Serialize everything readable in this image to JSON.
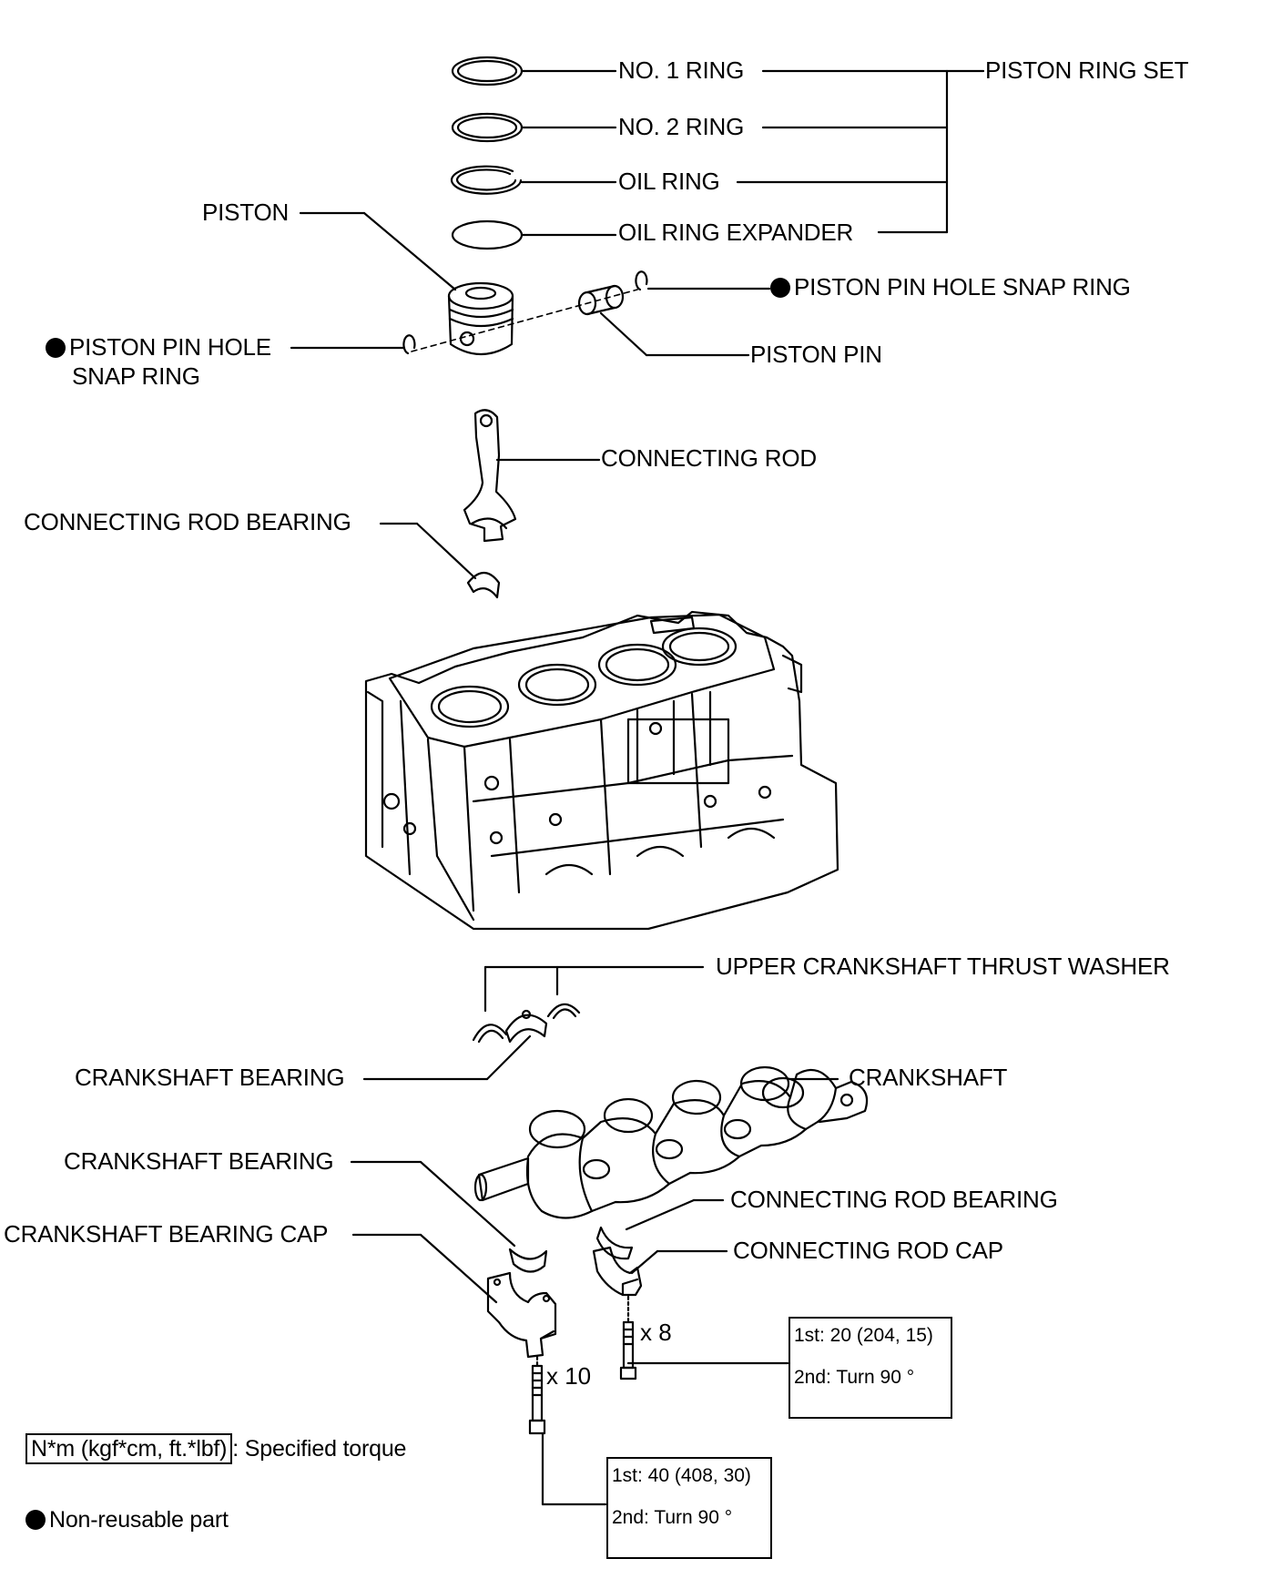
{
  "labels": {
    "no1_ring": "NO. 1 RING",
    "no2_ring": "NO. 2 RING",
    "oil_ring": "OIL RING",
    "oil_ring_expander": "OIL RING EXPANDER",
    "piston_ring_set": "PISTON RING SET",
    "piston": "PISTON",
    "snap_ring_right": "PISTON PIN HOLE SNAP RING",
    "snap_ring_left_1": "PISTON PIN HOLE",
    "snap_ring_left_2": "SNAP RING",
    "piston_pin": "PISTON PIN",
    "connecting_rod": "CONNECTING ROD",
    "connecting_rod_bearing_upper": "CONNECTING ROD BEARING",
    "upper_thrust_washer": "UPPER CRANKSHAFT THRUST WASHER",
    "crankshaft_bearing_upper": "CRANKSHAFT BEARING",
    "crankshaft": "CRANKSHAFT",
    "crankshaft_bearing_lower": "CRANKSHAFT BEARING",
    "connecting_rod_bearing_lower": "CONNECTING ROD BEARING",
    "crankshaft_bearing_cap": "CRANKSHAFT BEARING CAP",
    "connecting_rod_cap": "CONNECTING ROD CAP"
  },
  "counts": {
    "rod_cap_bolts": "x 8",
    "bearing_cap_bolts": "x 10"
  },
  "torque": {
    "rod_cap": {
      "first": "1st: 20 (204, 15)",
      "second": "2nd:  Turn 90 °"
    },
    "bearing_cap": {
      "first": "1st: 40 (408, 30)",
      "second": "2nd:  Turn 90 °"
    }
  },
  "legend": {
    "torque_unit": "N*m (kgf*cm, ft.*lbf)",
    "torque_text": ": Specified torque",
    "nonreusable_text": "Non-reusable part"
  }
}
